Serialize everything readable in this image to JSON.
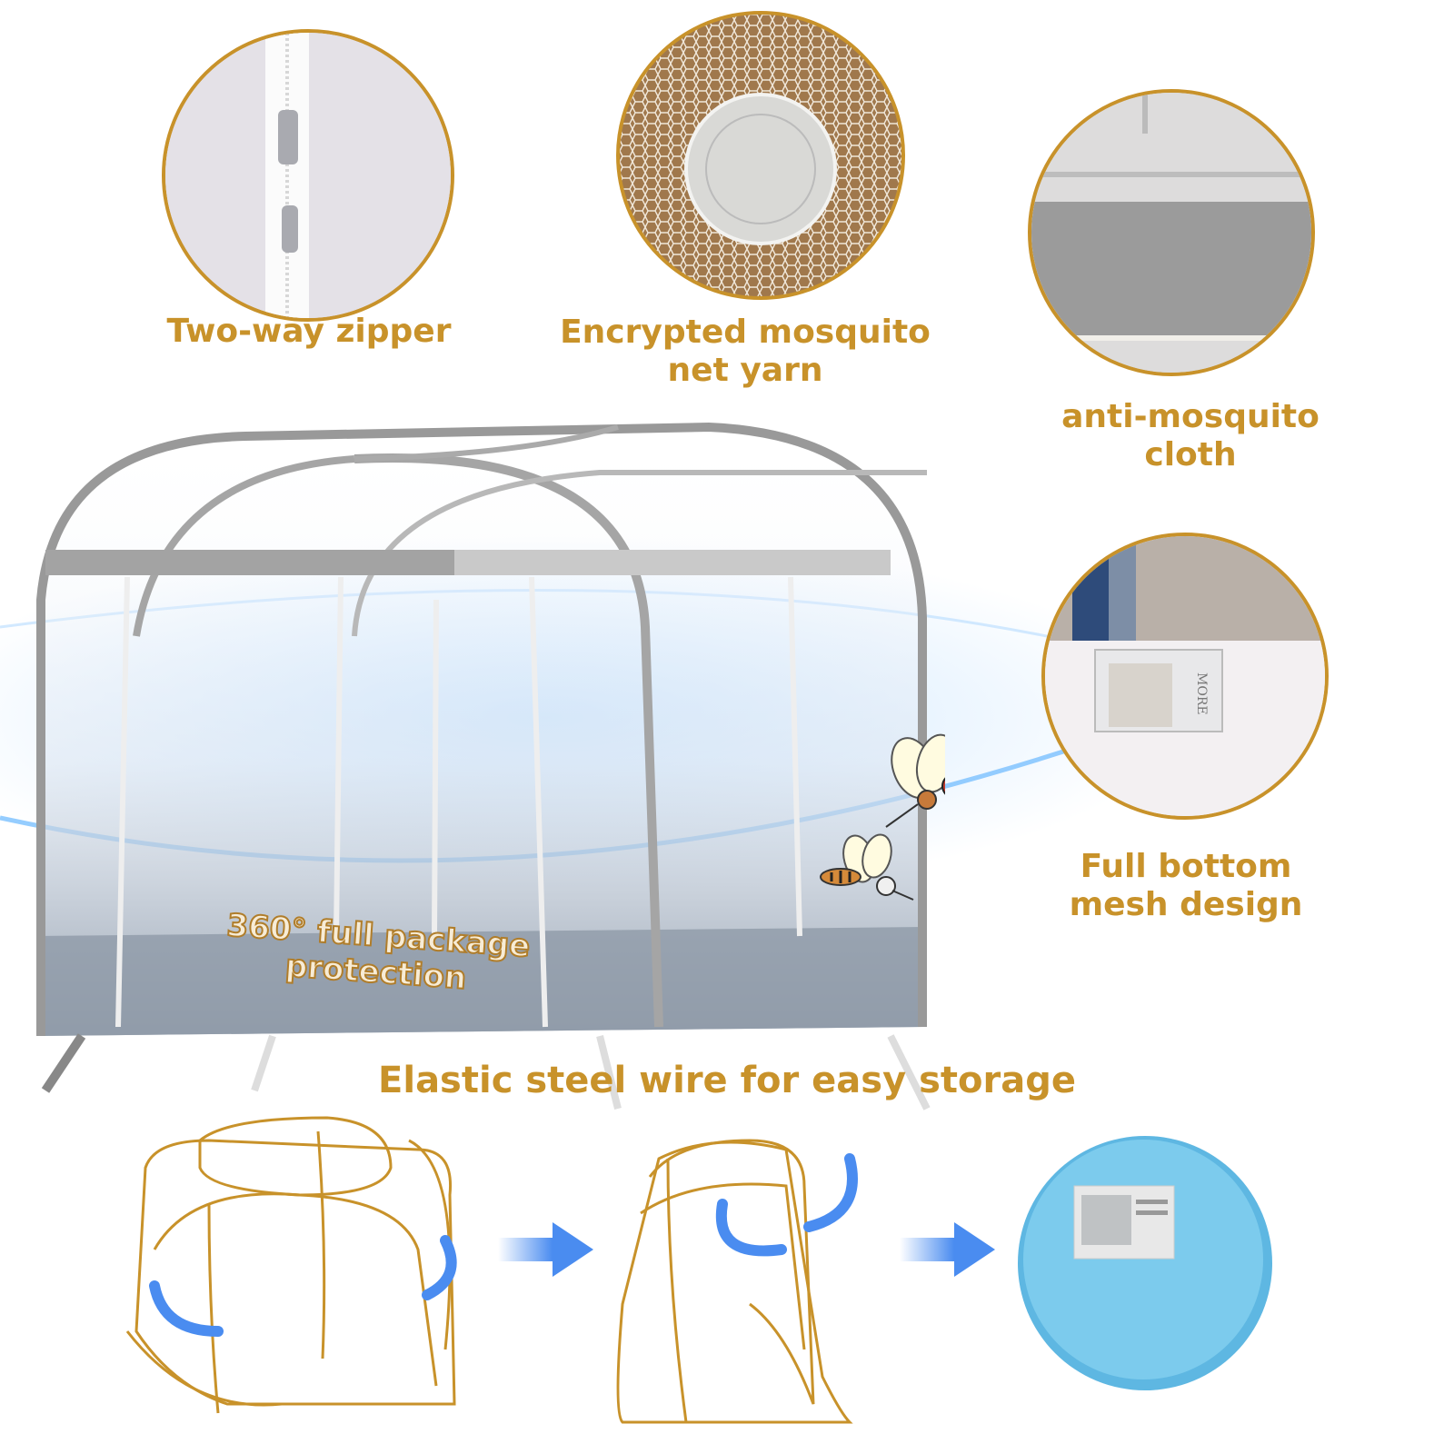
{
  "features": {
    "zipper": {
      "line1": "Two-way zipper"
    },
    "yarn": {
      "line1": "Encrypted mosquito",
      "line2": "net yarn"
    },
    "cloth": {
      "line1": "anti-mosquito",
      "line2": "cloth"
    },
    "bottom": {
      "line1": "Full bottom",
      "line2": "mesh design"
    }
  },
  "tent_caption": {
    "line1": "360° full package",
    "line2": "protection"
  },
  "storage_heading": "Elastic steel wire for easy storage",
  "package_brand": "MORE",
  "colors": {
    "accent": "#c8922a",
    "frame": "#999999",
    "arrow": "#4a8cf0",
    "pouch": "#6fc4ea"
  }
}
